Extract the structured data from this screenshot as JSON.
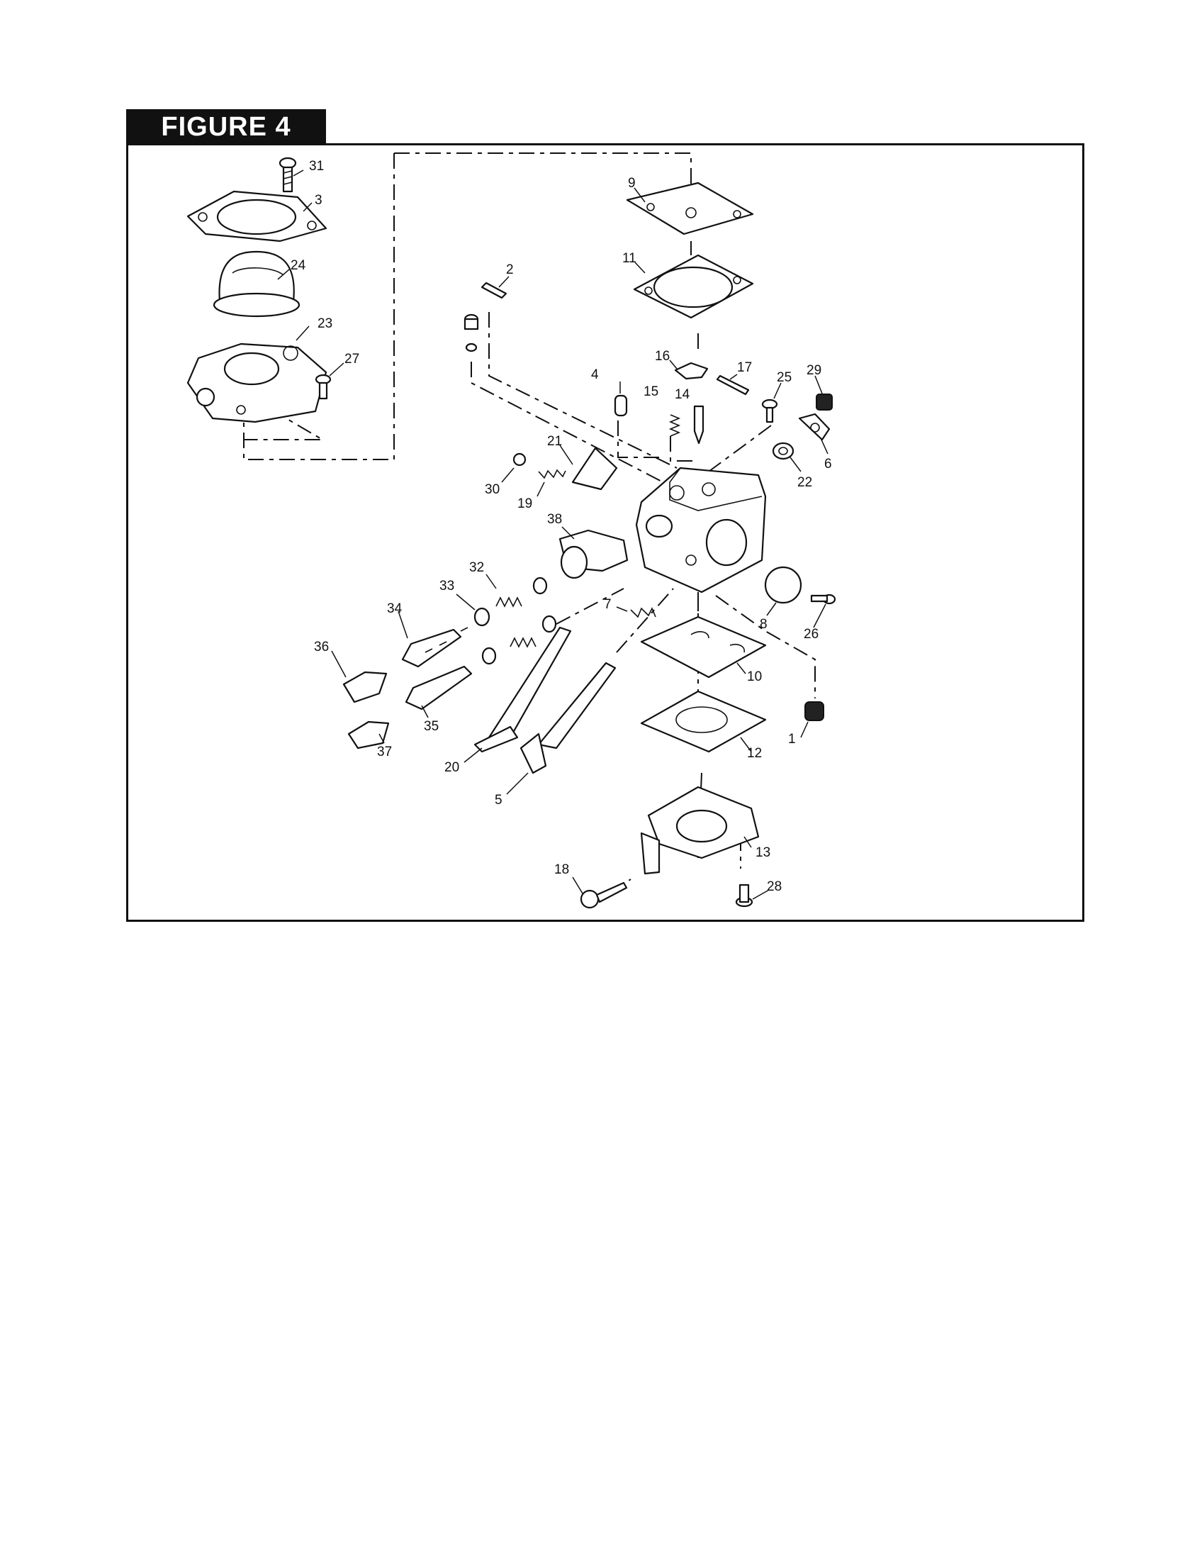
{
  "figure_title": "FIGURE 4",
  "callouts": [
    {
      "id": "31",
      "label": "31"
    },
    {
      "id": "3",
      "label": "3"
    },
    {
      "id": "24",
      "label": "24"
    },
    {
      "id": "23",
      "label": "23"
    },
    {
      "id": "27",
      "label": "27"
    },
    {
      "id": "9",
      "label": "9"
    },
    {
      "id": "11",
      "label": "11"
    },
    {
      "id": "2",
      "label": "2"
    },
    {
      "id": "16",
      "label": "16"
    },
    {
      "id": "17",
      "label": "17"
    },
    {
      "id": "4",
      "label": "4"
    },
    {
      "id": "15",
      "label": "15"
    },
    {
      "id": "14",
      "label": "14"
    },
    {
      "id": "25",
      "label": "25"
    },
    {
      "id": "29",
      "label": "29"
    },
    {
      "id": "6",
      "label": "6"
    },
    {
      "id": "22",
      "label": "22"
    },
    {
      "id": "21",
      "label": "21"
    },
    {
      "id": "30",
      "label": "30"
    },
    {
      "id": "19",
      "label": "19"
    },
    {
      "id": "38",
      "label": "38"
    },
    {
      "id": "32",
      "label": "32"
    },
    {
      "id": "33",
      "label": "33"
    },
    {
      "id": "34",
      "label": "34"
    },
    {
      "id": "36",
      "label": "36"
    },
    {
      "id": "35",
      "label": "35"
    },
    {
      "id": "37",
      "label": "37"
    },
    {
      "id": "7",
      "label": "7"
    },
    {
      "id": "8",
      "label": "8"
    },
    {
      "id": "26",
      "label": "26"
    },
    {
      "id": "10",
      "label": "10"
    },
    {
      "id": "12",
      "label": "12"
    },
    {
      "id": "1",
      "label": "1"
    },
    {
      "id": "20",
      "label": "20"
    },
    {
      "id": "5",
      "label": "5"
    },
    {
      "id": "13",
      "label": "13"
    },
    {
      "id": "18",
      "label": "18"
    },
    {
      "id": "28",
      "label": "28"
    }
  ]
}
